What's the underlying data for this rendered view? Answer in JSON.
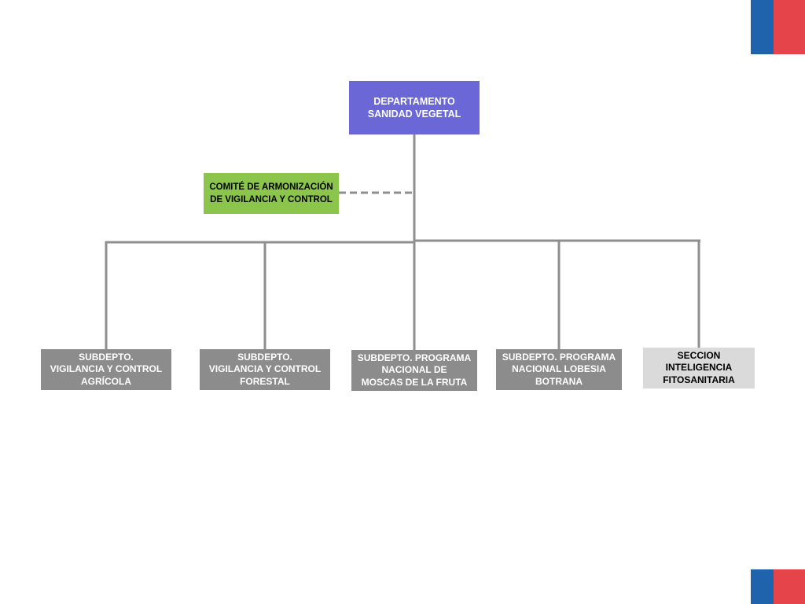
{
  "org_chart": {
    "head": {
      "label": "DEPARTAMENTO\nSANIDAD VEGETAL"
    },
    "committee": {
      "label": "COMITÉ DE ARMONIZACIÓN\nDE VIGILANCIA Y CONTROL"
    },
    "units": [
      {
        "label": "SUBDEPTO.\nVIGILANCIA Y CONTROL\nAGRÍCOLA"
      },
      {
        "label": "SUBDEPTO.\nVIGILANCIA Y CONTROL\nFORESTAL"
      },
      {
        "label": "SUBDEPTO. PROGRAMA\nNACIONAL DE\nMOSCAS DE LA FRUTA"
      },
      {
        "label": "SUBDEPTO. PROGRAMA\nNACIONAL LOBESIA\nBOTRANA"
      },
      {
        "label": "SECCION\nINTELIGENCIA\nFITOSANITARIA"
      }
    ]
  },
  "colors": {
    "head_fill": "#6b67d6",
    "committee_fill": "#8bc54b",
    "subdept_fill": "#8c8c8c",
    "section_fill": "#dadada",
    "connector": "#8f8f8f",
    "flag_blue": "#1f63ad",
    "flag_red": "#e5444b"
  }
}
